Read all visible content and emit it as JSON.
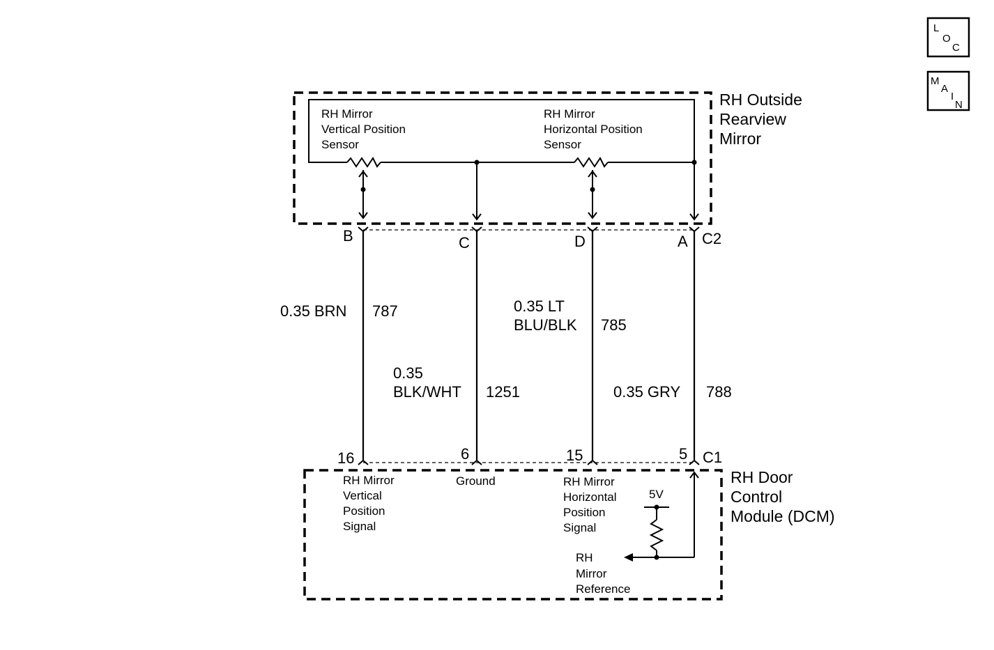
{
  "nav": {
    "loc": {
      "l1": "L",
      "l2": "O",
      "l3": "C"
    },
    "main": {
      "l1": "M",
      "l2": "A",
      "l3": "I",
      "l4": "N"
    }
  },
  "mirror": {
    "title": [
      "RH Outside",
      "Rearview",
      "Mirror"
    ],
    "vertical_sensor": [
      "RH Mirror",
      "Vertical Position",
      "Sensor"
    ],
    "horizontal_sensor": [
      "RH Mirror",
      "Horizontal Position",
      "Sensor"
    ]
  },
  "connector_c2": {
    "name": "C2",
    "pins": [
      "B",
      "C",
      "D",
      "A"
    ]
  },
  "wires": [
    {
      "circuit": "787",
      "color": [
        "0.35 BRN"
      ]
    },
    {
      "circuit": "1251",
      "color": [
        "0.35",
        "BLK/WHT"
      ]
    },
    {
      "circuit": "785",
      "color": [
        "0.35 LT",
        "BLU/BLK"
      ]
    },
    {
      "circuit": "788",
      "color": [
        "0.35 GRY"
      ]
    }
  ],
  "connector_c1": {
    "name": "C1",
    "pins": [
      "16",
      "6",
      "15",
      "5"
    ]
  },
  "dcm": {
    "title": [
      "RH Door",
      "Control",
      "Module (DCM)"
    ],
    "vertical_signal": [
      "RH Mirror",
      "Vertical",
      "Position",
      "Signal"
    ],
    "ground": [
      "Ground"
    ],
    "horizontal_signal": [
      "RH Mirror",
      "Horizontal",
      "Position",
      "Signal"
    ],
    "supply": "5V",
    "reference": [
      "RH",
      "Mirror",
      "Reference"
    ]
  }
}
